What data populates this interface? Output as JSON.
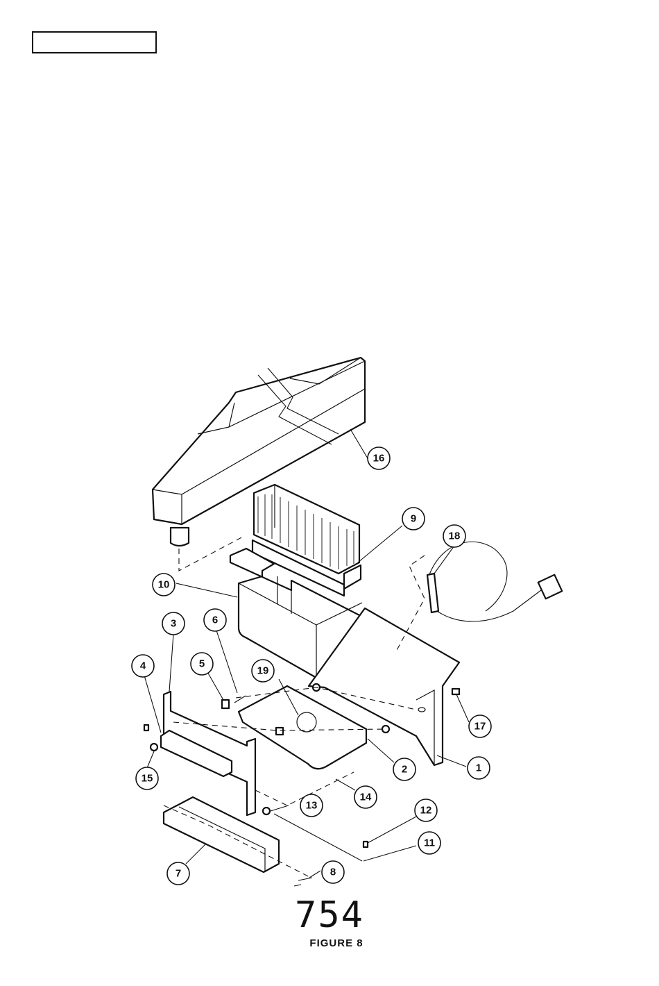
{
  "page_number": "754",
  "figure_caption": "FIGURE 8",
  "callouts": [
    {
      "id": "1",
      "label": "1"
    },
    {
      "id": "2",
      "label": "2"
    },
    {
      "id": "3",
      "label": "3"
    },
    {
      "id": "4",
      "label": "4"
    },
    {
      "id": "5",
      "label": "5"
    },
    {
      "id": "6",
      "label": "6"
    },
    {
      "id": "7",
      "label": "7"
    },
    {
      "id": "8",
      "label": "8"
    },
    {
      "id": "9",
      "label": "9"
    },
    {
      "id": "10",
      "label": "10"
    },
    {
      "id": "11",
      "label": "11"
    },
    {
      "id": "12",
      "label": "12"
    },
    {
      "id": "13",
      "label": "13"
    },
    {
      "id": "14",
      "label": "14"
    },
    {
      "id": "15",
      "label": "15"
    },
    {
      "id": "16",
      "label": "16"
    },
    {
      "id": "17",
      "label": "17"
    },
    {
      "id": "18",
      "label": "18"
    },
    {
      "id": "19",
      "label": "19"
    }
  ]
}
